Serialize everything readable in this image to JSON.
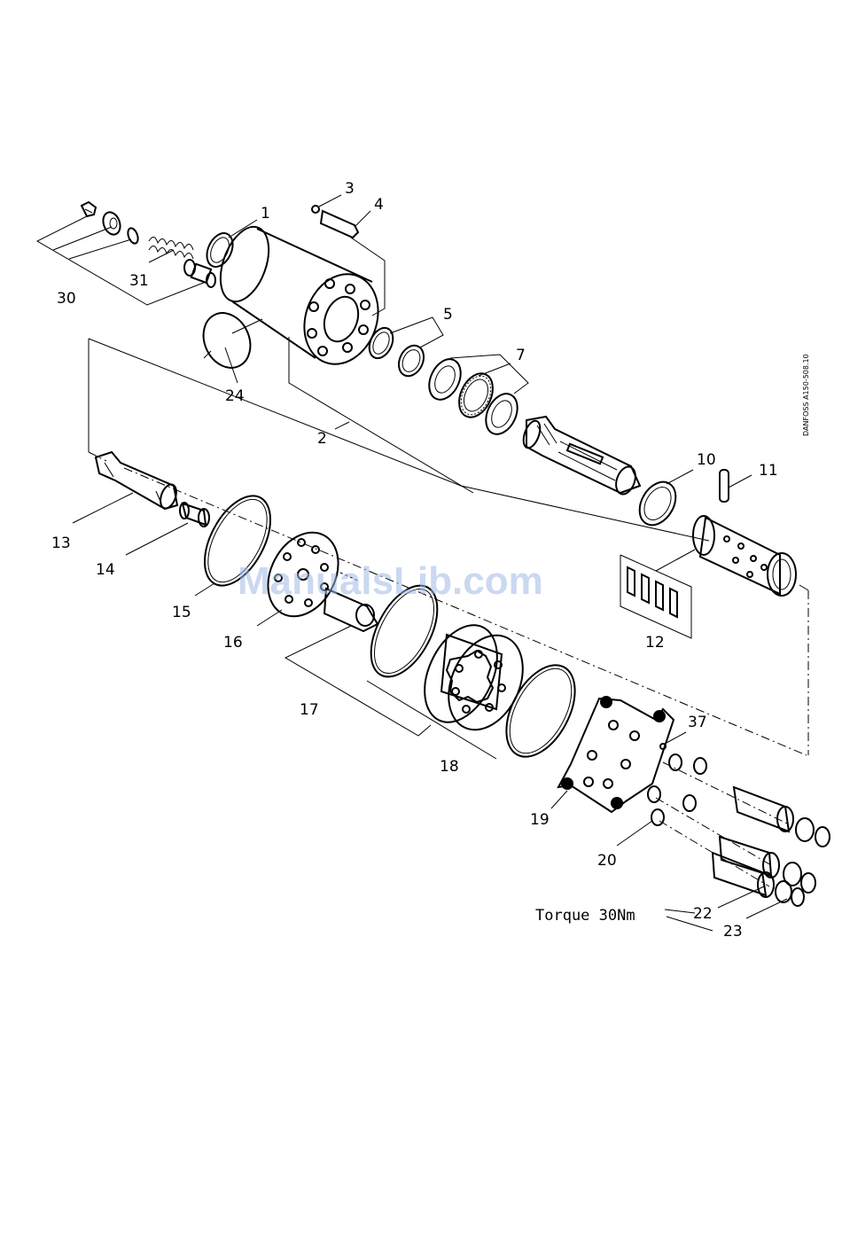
{
  "diagram": {
    "watermark": "ManualsLib.com",
    "drawing_code": "DANFOSS A150-508.10",
    "torque_note": "Torque 30Nm",
    "labels": [
      {
        "id": "1",
        "text": "1"
      },
      {
        "id": "2",
        "text": "2"
      },
      {
        "id": "3",
        "text": "3"
      },
      {
        "id": "4",
        "text": "4"
      },
      {
        "id": "5",
        "text": "5"
      },
      {
        "id": "7",
        "text": "7"
      },
      {
        "id": "10",
        "text": "10"
      },
      {
        "id": "11",
        "text": "11"
      },
      {
        "id": "12",
        "text": "12"
      },
      {
        "id": "13",
        "text": "13"
      },
      {
        "id": "14",
        "text": "14"
      },
      {
        "id": "15",
        "text": "15"
      },
      {
        "id": "16",
        "text": "16"
      },
      {
        "id": "17",
        "text": "17"
      },
      {
        "id": "18",
        "text": "18"
      },
      {
        "id": "19",
        "text": "19"
      },
      {
        "id": "20",
        "text": "20"
      },
      {
        "id": "22",
        "text": "22"
      },
      {
        "id": "23",
        "text": "23"
      },
      {
        "id": "24",
        "text": "24"
      },
      {
        "id": "30",
        "text": "30"
      },
      {
        "id": "31",
        "text": "31"
      },
      {
        "id": "37",
        "text": "37"
      }
    ]
  }
}
